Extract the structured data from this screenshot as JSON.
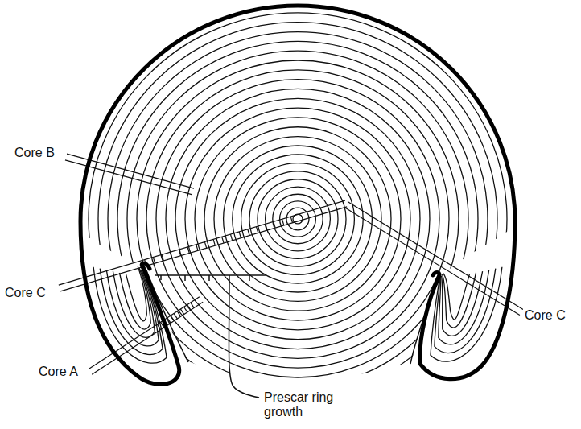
{
  "diagram": {
    "labels": [
      "Core B",
      "Core C",
      "Core A",
      "Core C",
      "Prescar ring growth"
    ]
  }
}
